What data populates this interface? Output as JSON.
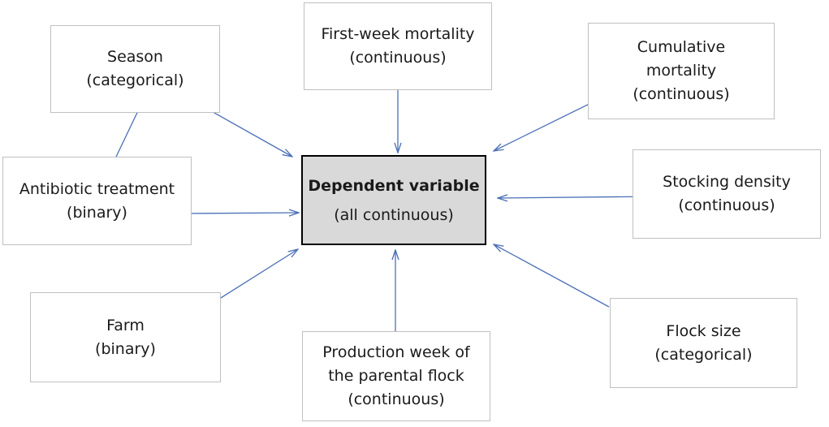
{
  "colors": {
    "arrow": "#4a6fb5",
    "box_border": "#c0c0c0",
    "center_fill": "#d9d9d9"
  },
  "nodes": {
    "center": {
      "lines": [
        "Dependent variable",
        "(all continuous)"
      ]
    },
    "first_week": {
      "lines": [
        "First-week mortality",
        "(continuous)"
      ]
    },
    "season": {
      "lines": [
        "Season",
        "(categorical)"
      ]
    },
    "cumulative": {
      "lines": [
        "Cumulative",
        "mortality",
        "(continuous)"
      ]
    },
    "antibiotic": {
      "lines": [
        "Antibiotic treatment",
        "(binary)"
      ]
    },
    "stocking": {
      "lines": [
        "Stocking density",
        "(continuous)"
      ]
    },
    "farm": {
      "lines": [
        "Farm",
        "(binary)"
      ]
    },
    "production_week": {
      "lines": [
        "Production week of",
        "the parental flock",
        "(continuous)"
      ]
    },
    "flock_size": {
      "lines": [
        "Flock size",
        "(categorical)"
      ]
    }
  },
  "edges": [
    {
      "from": "season",
      "to": "center"
    },
    {
      "from": "first_week",
      "to": "center"
    },
    {
      "from": "cumulative",
      "to": "center"
    },
    {
      "from": "antibiotic",
      "to": "center"
    },
    {
      "from": "stocking",
      "to": "center"
    },
    {
      "from": "farm",
      "to": "center"
    },
    {
      "from": "production_week",
      "to": "center"
    },
    {
      "from": "flock_size",
      "to": "center"
    },
    {
      "from": "season",
      "to": "antibiotic",
      "bidirectional": true
    }
  ]
}
